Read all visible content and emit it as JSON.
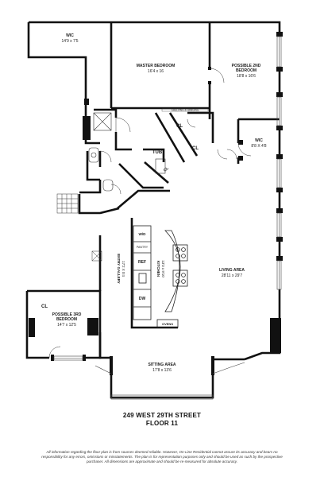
{
  "plan": {
    "rooms": {
      "wic1": {
        "name": "WIC",
        "dim": "14'9 x 7'5"
      },
      "master": {
        "name": "MASTER BEDROOM",
        "dim": "16'4 x 16"
      },
      "bed2": {
        "name": "POSSIBLE 2ND",
        "name2": "BEDROOM",
        "dim": "18'8 x 16'6"
      },
      "wic2": {
        "name": "WIC",
        "dim": "8'8 X 4'8"
      },
      "cl1": "CL",
      "cl2": "CL",
      "cl3": "CL",
      "cl4": "CL",
      "tub": "TUB",
      "living": {
        "name": "LIVING AREA",
        "dim": "28'11 x 29'7"
      },
      "kitchen": {
        "name": "KITCHEN",
        "dim": "13'3 x 9'10"
      },
      "gallery": {
        "name": "ENTRY GALLERY",
        "dim": "17'2 X 5'4"
      },
      "bed3": {
        "name": "POSSIBLE 3RD",
        "name2": "BEDROOM",
        "dim": "14'7 x 12'5"
      },
      "sitting": {
        "name": "SITTING AREA",
        "dim": "17'8 x 13'6"
      }
    },
    "appliances": {
      "wd": "W/D",
      "pantry": "PANTRY",
      "ref": "REF",
      "dw": "DW",
      "ovens": "OVENS"
    },
    "wall_note": "SHELVING & HANGING"
  },
  "caption": {
    "address": "249 WEST 29TH STREET",
    "floor": "FLOOR 11"
  },
  "disclaimer": {
    "line1": "All information regarding the floor plan is from sources deemed reliable. However, On-Line Residential cannot assure its accuracy and bears no",
    "line2": "responsibility for any errors, omissions or misstatements. The plan is for representation purposes only and should be used as such by the prospective",
    "line3": "purchaser. All dimensions are approximate and should be re-measured for absolute accuracy."
  }
}
